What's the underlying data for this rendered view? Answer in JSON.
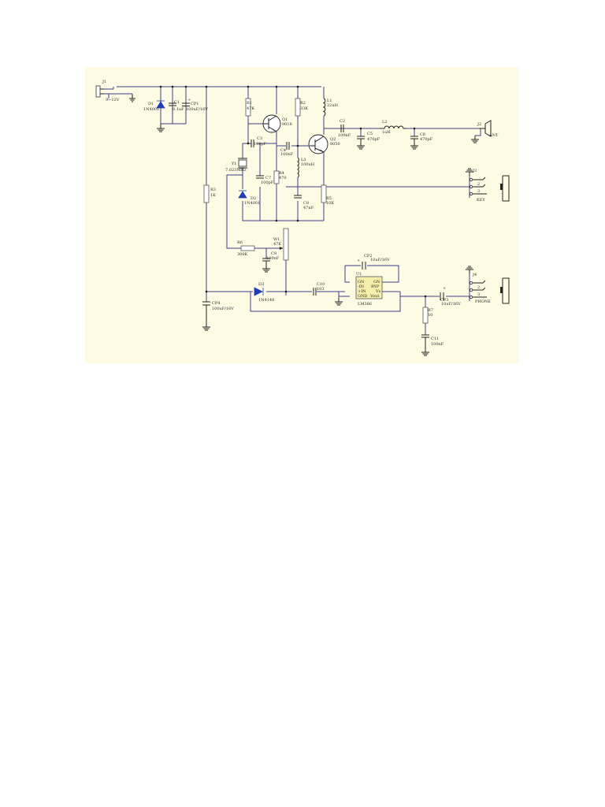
{
  "components": {
    "J1": {
      "ref": "J1",
      "value": "9~12V"
    },
    "D1": {
      "ref": "D1",
      "value": "1N4001"
    },
    "C1": {
      "ref": "C1",
      "value": "0.1uF"
    },
    "CP1": {
      "ref": "CP1",
      "value": "100uF/16V"
    },
    "R1": {
      "ref": "R1",
      "value": "47K"
    },
    "Q1": {
      "ref": "Q1",
      "value": "9018"
    },
    "R2": {
      "ref": "R2",
      "value": "33K"
    },
    "L1": {
      "ref": "L1",
      "value": "22uH"
    },
    "Q2": {
      "ref": "Q2",
      "value": "8050"
    },
    "C2": {
      "ref": "C2",
      "value": "100nF"
    },
    "C3": {
      "ref": "C3",
      "value": "100pF"
    },
    "C4": {
      "ref": "C4",
      "value": "100nF"
    },
    "C5": {
      "ref": "C5",
      "value": "470pF"
    },
    "L2": {
      "ref": "L2",
      "value": "1uH"
    },
    "C6": {
      "ref": "C6",
      "value": "470pF"
    },
    "J2": {
      "ref": "J2",
      "value": "ANT"
    },
    "Y1": {
      "ref": "Y1",
      "value": "7.023MHz"
    },
    "R4": {
      "ref": "R4",
      "value": "470"
    },
    "C7": {
      "ref": "C7",
      "value": "100pF"
    },
    "L3": {
      "ref": "L3",
      "value": "100uH"
    },
    "D2": {
      "ref": "D2",
      "value": "1N4001"
    },
    "C8": {
      "ref": "C8",
      "value": "47nF"
    },
    "R5": {
      "ref": "R5",
      "value": "10K"
    },
    "R3": {
      "ref": "R3",
      "value": "1K"
    },
    "J3": {
      "ref": "J3",
      "value": "KEY"
    },
    "W1": {
      "ref": "W1",
      "value": "47K"
    },
    "R6": {
      "ref": "R6",
      "value": "300K"
    },
    "C9": {
      "ref": "C9",
      "value": "100nF"
    },
    "CP2": {
      "ref": "CP2",
      "value": "10uF/16V"
    },
    "U1": {
      "ref": "U1",
      "value": "LM386"
    },
    "D3": {
      "ref": "D3",
      "value": "1N4148"
    },
    "C10": {
      "ref": "C10",
      "value": "103"
    },
    "CP3": {
      "ref": "CP3",
      "value": "10uF/16V"
    },
    "CP4": {
      "ref": "CP4",
      "value": "100uF/16V"
    },
    "R7": {
      "ref": "R7",
      "value": "10"
    },
    "C11": {
      "ref": "C11",
      "value": "100nF"
    },
    "J4": {
      "ref": "J4",
      "value": "PHONE"
    }
  },
  "u1_pins": {
    "gn1": "GN",
    "gn2": "GN",
    "in_minus": "-IN",
    "byp": "BYP",
    "in_plus": "+IN",
    "vs": "Vs",
    "gnd": "GND",
    "vout": "Vout"
  },
  "jack_pins": {
    "j3_p2": "2",
    "j3_p3": "3",
    "j4_p2": "2",
    "j4_p3": "3"
  },
  "colors": {
    "sheet": "#fdfbe4",
    "wire": "#3f3f8a",
    "diode": "#1f3fb8",
    "ic_fill": "#f6eeaa"
  }
}
